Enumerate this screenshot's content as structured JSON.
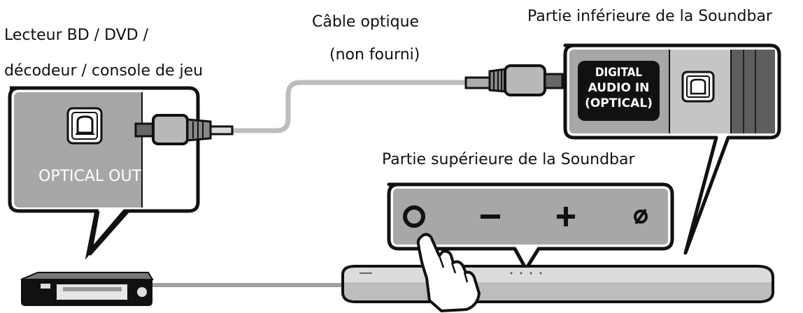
{
  "labels": {
    "source_line1": "Lecteur BD / DVD /",
    "source_line2": "décodeur / console de jeu",
    "cable_line1": "Câble optique",
    "cable_line2": "(non fourni)",
    "soundbar_bottom": "Partie inférieure de la Soundbar",
    "soundbar_top": "Partie supérieure de la Soundbar"
  },
  "ports": {
    "optical_out": "OPTICAL OUT",
    "digital_in_line1": "DIGITAL",
    "digital_in_line2": "AUDIO IN",
    "digital_in_line3": "(OPTICAL)"
  },
  "buttons": {
    "power": "O",
    "volume_down": "−",
    "volume_up": "+",
    "input": "ø"
  },
  "colors": {
    "panel_fill": "#a7a7a7",
    "panel_dark": "#5e5e5e",
    "cable": "#bdbdbd",
    "stroke": "#111111"
  }
}
